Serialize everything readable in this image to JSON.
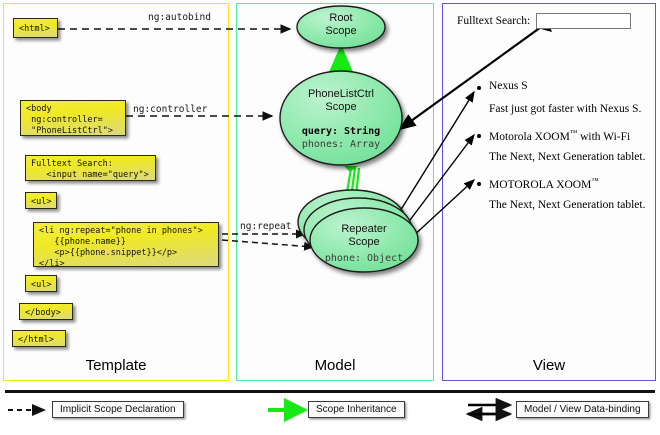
{
  "panels": [
    {
      "key": "template",
      "label": "Template",
      "accent": "#f2ea12"
    },
    {
      "key": "model",
      "label": "Model",
      "accent": "#4ef0a6"
    },
    {
      "key": "view",
      "label": "View",
      "accent": "#6a4ee8"
    }
  ],
  "template": {
    "boxes": [
      {
        "name": "html-open-box",
        "text": "<html>"
      },
      {
        "name": "body-open-box",
        "text": "<body\n ng:controller=\n \"PhoneListCtrl\">"
      },
      {
        "name": "fulltext-search-box",
        "text": "Fulltext Search:\n   <input name=\"query\">"
      },
      {
        "name": "ul-open-box",
        "text": "<ul>"
      },
      {
        "name": "li-repeat-box",
        "text": "<li ng:repeat=\"phone in phones\">\n   {{phone.name}}\n   <p>{{phone.snippet}}</p>\n</li>"
      },
      {
        "name": "ul-close-box",
        "text": "<ul>"
      },
      {
        "name": "body-close-box",
        "text": "</body>"
      },
      {
        "name": "html-close-box",
        "text": "</html>"
      }
    ]
  },
  "connectors": [
    {
      "name": "ng-autobind-label",
      "text": "ng:autobind"
    },
    {
      "name": "ng-controller-label",
      "text": "ng:controller"
    },
    {
      "name": "ng-repeat-label",
      "text": "ng:repeat"
    }
  ],
  "model": {
    "scopes": [
      {
        "name": "root-scope",
        "title": "Root\nScope",
        "props": []
      },
      {
        "name": "phonelistctrl-scope",
        "title": "PhoneListCtrl\nScope",
        "props": [
          {
            "text": "query: String",
            "strong": true
          },
          {
            "text": "phones: Array",
            "strong": false
          }
        ]
      },
      {
        "name": "repeater-scope",
        "title": "Repeater\nScope",
        "props": [
          {
            "text": "phone: Object",
            "strong": false
          }
        ]
      }
    ]
  },
  "view": {
    "search_label": "Fulltext Search:",
    "search_value": "",
    "items": [
      {
        "name": "Nexus S",
        "snippet": "Fast just got faster with Nexus S.",
        "tm": false,
        "bold": false
      },
      {
        "name": "Motorola XOOM",
        "suffix": "  with Wi-Fi",
        "snippet": "The Next, Next Generation tablet.",
        "tm": true,
        "bold": false
      },
      {
        "name": "MOTOROLA XOOM",
        "suffix": "",
        "snippet": "The Next, Next Generation tablet.",
        "tm": true,
        "bold": false
      }
    ]
  },
  "legend": [
    {
      "name": "legend-implicit-scope-declaration",
      "label": "Implicit Scope Declaration",
      "arrow": "dashed-black"
    },
    {
      "name": "legend-scope-inheritance",
      "label": "Scope Inheritance",
      "arrow": "solid-green"
    },
    {
      "name": "legend-model-view-data-binding",
      "label": "Model / View Data-binding",
      "arrow": "double-black"
    }
  ],
  "colors": {
    "template_accent": "#f2ea12",
    "model_accent": "#4ef0a6",
    "view_accent": "#6a4ee8",
    "code_fill": "#efe924",
    "scope_fill": "#84e8a8",
    "inheritance_arrow": "#17e817"
  }
}
